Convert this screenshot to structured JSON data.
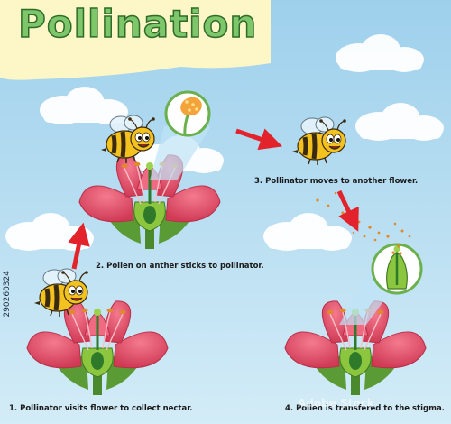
{
  "title": "Pollination",
  "steps": [
    {
      "number": "1",
      "text": "1. Pollinator visits flower to collect nectar."
    },
    {
      "number": "2",
      "text": "2. Pollen on anther sticks to pollinator."
    },
    {
      "number": "3",
      "text": "3. Pollinator moves to another flower."
    },
    {
      "number": "4",
      "text": "4. Pollen is transfered to the stigma."
    }
  ],
  "stock_id": "290260324",
  "watermark": "Adobe Stock",
  "colors": {
    "sky_top": "#a9d6ef",
    "sky_bottom": "#cde9f6",
    "title_fill": "#7ec66a",
    "title_stroke": "#2f6b2a",
    "title_banner": "#fdf6c6",
    "petal": "#e8506a",
    "arrow": "#e3232b",
    "bee_yellow": "#f4c21f",
    "pollen": "#e08a2c",
    "leaf": "#5a9b36"
  },
  "icons": [
    "bee-icon",
    "flower-icon",
    "anther-closeup-icon",
    "stigma-closeup-icon",
    "arrow-icon",
    "cloud-icon"
  ]
}
